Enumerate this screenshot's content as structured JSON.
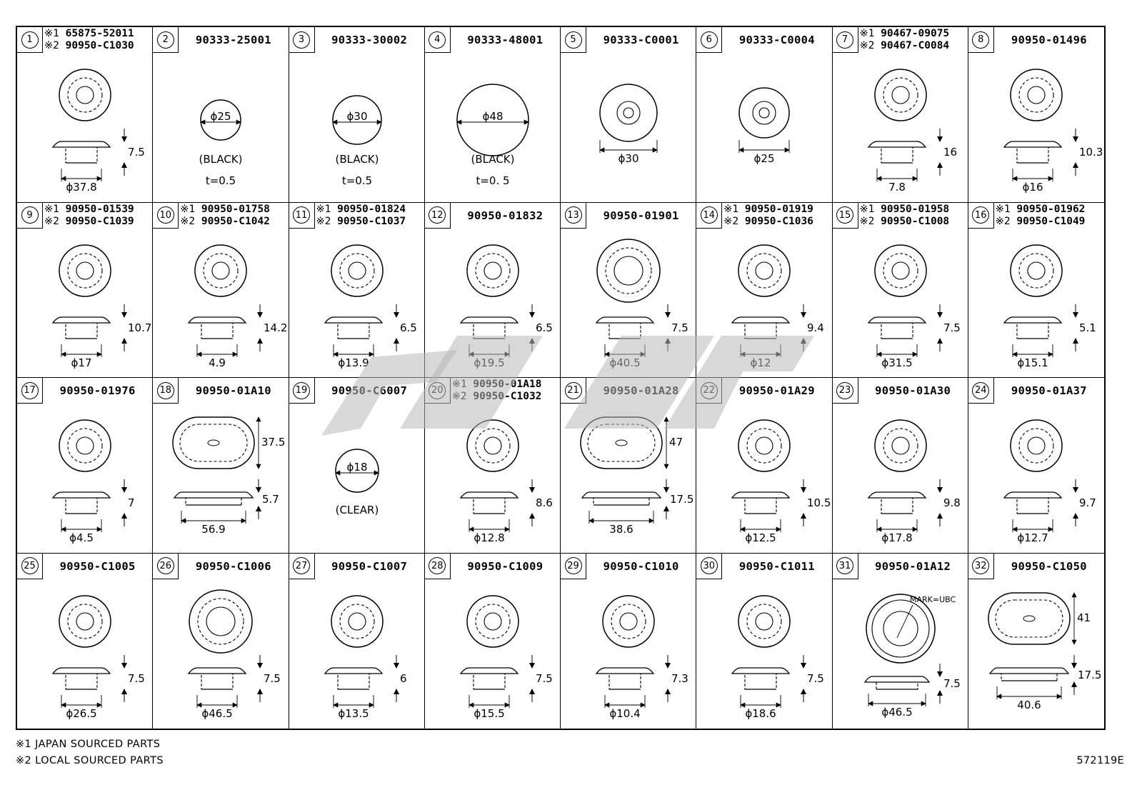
{
  "parts": [
    {
      "no": "1",
      "num1": "65875-52011",
      "num2": "90950-C1030",
      "dims": [
        "7.5",
        "ϕ37.8"
      ]
    },
    {
      "no": "2",
      "num": "90333-25001",
      "dims": [
        "ϕ25"
      ],
      "color": "(BLACK)",
      "thickness": "t=0.5"
    },
    {
      "no": "3",
      "num": "90333-30002",
      "dims": [
        "ϕ30"
      ],
      "color": "(BLACK)",
      "thickness": "t=0.5"
    },
    {
      "no": "4",
      "num": "90333-48001",
      "dims": [
        "ϕ48"
      ],
      "color": "(BLACK)",
      "thickness": "t=0. 5"
    },
    {
      "no": "5",
      "num": "90333-C0001",
      "dims": [
        "ϕ30"
      ]
    },
    {
      "no": "6",
      "num": "90333-C0004",
      "dims": [
        "ϕ25"
      ]
    },
    {
      "no": "7",
      "num1": "90467-09075",
      "num2": "90467-C0084",
      "dims": [
        "16",
        "7.8"
      ]
    },
    {
      "no": "8",
      "num": "90950-01496",
      "dims": [
        "10.3",
        "ϕ16"
      ]
    },
    {
      "no": "9",
      "num1": "90950-01539",
      "num2": "90950-C1039",
      "dims": [
        "10.7",
        "ϕ17"
      ]
    },
    {
      "no": "10",
      "num1": "90950-01758",
      "num2": "90950-C1042",
      "dims": [
        "14.2",
        "4.9"
      ]
    },
    {
      "no": "11",
      "num1": "90950-01824",
      "num2": "90950-C1037",
      "dims": [
        "6.5",
        "ϕ13.9"
      ]
    },
    {
      "no": "12",
      "num": "90950-01832",
      "dims": [
        "6.5",
        "ϕ19.5"
      ]
    },
    {
      "no": "13",
      "num": "90950-01901",
      "dims": [
        "7.5",
        "ϕ40.5"
      ]
    },
    {
      "no": "14",
      "num1": "90950-01919",
      "num2": "90950-C1036",
      "dims": [
        "9.4",
        "ϕ12"
      ]
    },
    {
      "no": "15",
      "num1": "90950-01958",
      "num2": "90950-C1008",
      "dims": [
        "7.5",
        "ϕ31.5"
      ]
    },
    {
      "no": "16",
      "num1": "90950-01962",
      "num2": "90950-C1049",
      "dims": [
        "5.1",
        "ϕ15.1"
      ]
    },
    {
      "no": "17",
      "num": "90950-01976",
      "dims": [
        "7",
        "ϕ4.5"
      ]
    },
    {
      "no": "18",
      "num": "90950-01A10",
      "dims": [
        "37.5",
        "5.7",
        "56.9"
      ]
    },
    {
      "no": "19",
      "num": "90950-C6007",
      "dims": [
        "ϕ18"
      ],
      "color": "(CLEAR)"
    },
    {
      "no": "20",
      "num1": "90950-01A18",
      "num2": "90950-C1032",
      "dims": [
        "8.6",
        "ϕ12.8"
      ]
    },
    {
      "no": "21",
      "num": "90950-01A28",
      "dims": [
        "47",
        "17.5",
        "38.6"
      ]
    },
    {
      "no": "22",
      "num": "90950-01A29",
      "dims": [
        "10.5",
        "ϕ12.5"
      ]
    },
    {
      "no": "23",
      "num": "90950-01A30",
      "dims": [
        "9.8",
        "ϕ17.8"
      ]
    },
    {
      "no": "24",
      "num": "90950-01A37",
      "dims": [
        "9.7",
        "ϕ12.7"
      ]
    },
    {
      "no": "25",
      "num": "90950-C1005",
      "dims": [
        "7.5",
        "ϕ26.5"
      ]
    },
    {
      "no": "26",
      "num": "90950-C1006",
      "dims": [
        "7.5",
        "ϕ46.5"
      ]
    },
    {
      "no": "27",
      "num": "90950-C1007",
      "dims": [
        "6",
        "ϕ13.5"
      ]
    },
    {
      "no": "28",
      "num": "90950-C1009",
      "dims": [
        "7.5",
        "ϕ15.5"
      ]
    },
    {
      "no": "29",
      "num": "90950-C1010",
      "dims": [
        "7.3",
        "ϕ10.4"
      ]
    },
    {
      "no": "30",
      "num": "90950-C1011",
      "dims": [
        "7.5",
        "ϕ18.6"
      ]
    },
    {
      "no": "31",
      "num": "90950-01A12",
      "dims": [
        "7.5",
        "ϕ46.5"
      ],
      "mark": "MARK=UBC"
    },
    {
      "no": "32",
      "num": "90950-C1050",
      "dims": [
        "41",
        "17.5",
        "40.6"
      ]
    }
  ],
  "tags": {
    "t1": "※1",
    "t2": "※2"
  },
  "notes": {
    "note1": "※1 JAPAN SOURCED PARTS",
    "note2": "※2 LOCAL SOURCED PARTS"
  },
  "figure_id": "572119E"
}
